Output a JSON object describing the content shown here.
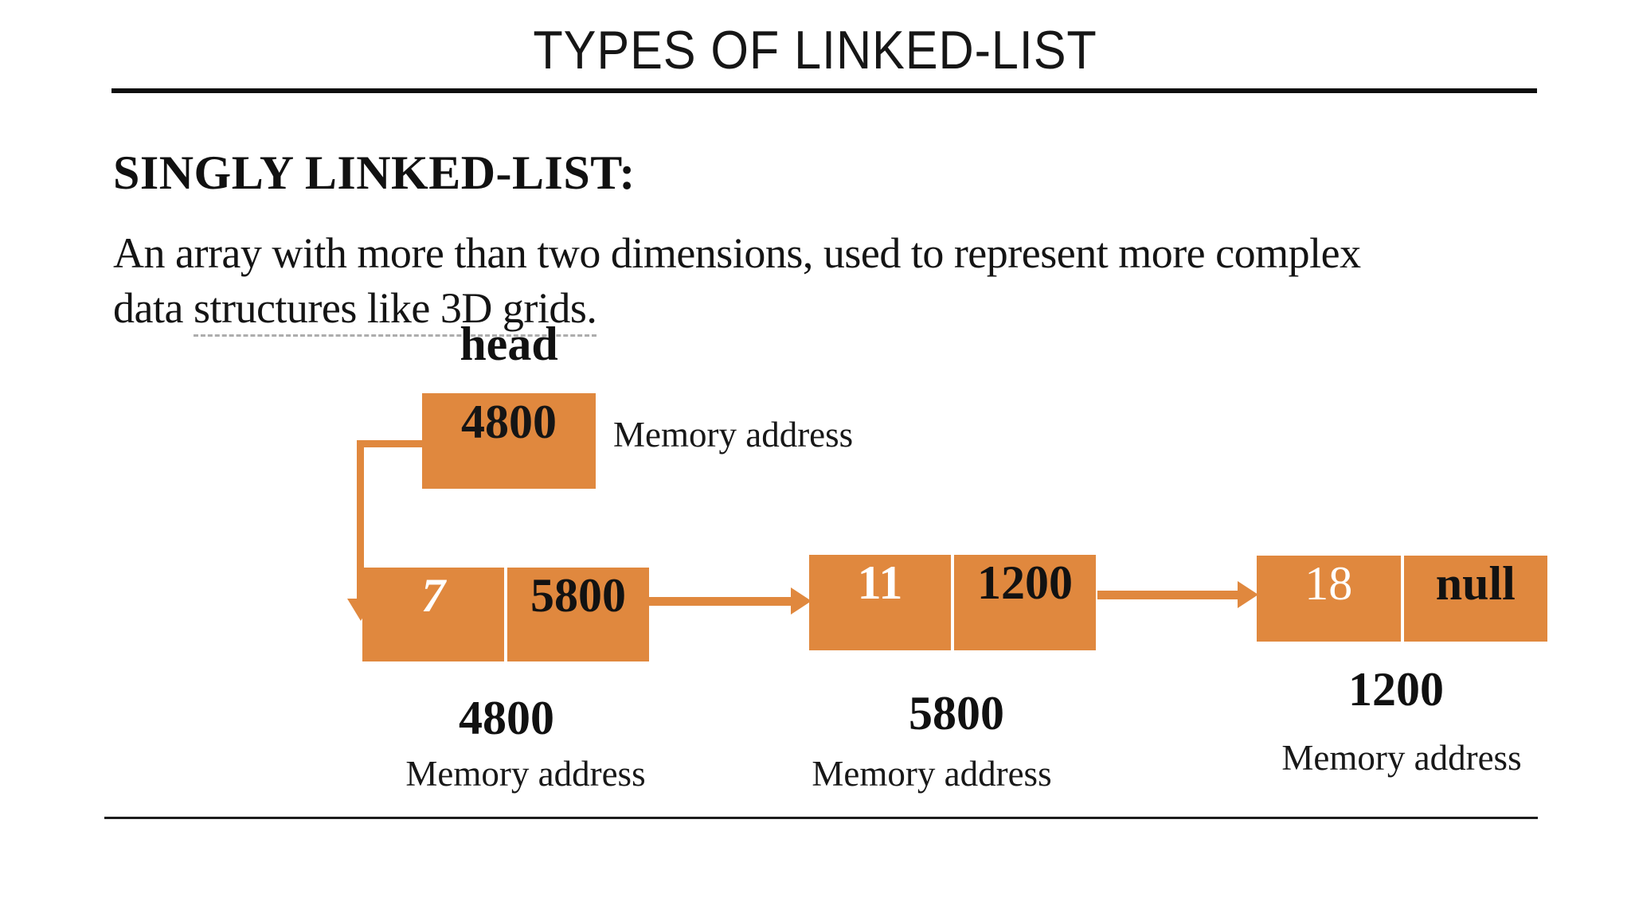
{
  "slide": {
    "title": "TYPES OF LINKED-LIST",
    "heading": "SINGLY LINKED-LIST:",
    "description": {
      "line1": "An array with more than two dimensions, used to represent more complex",
      "line2_start": "data ",
      "line2_dashed": "structures like 3D grids."
    }
  },
  "diagram": {
    "head_label": "head",
    "head_node": {
      "address": "4800",
      "caption": "Memory address"
    },
    "nodes": [
      {
        "value": "7",
        "pointer": "5800",
        "address": "4800",
        "caption": "Memory address"
      },
      {
        "value": "11",
        "pointer": "1200",
        "address": "5800",
        "caption": "Memory address"
      },
      {
        "value": "18",
        "pointer": "null",
        "address": "1200",
        "caption": "Memory address"
      }
    ],
    "colors": {
      "node_fill": "#e0883e",
      "arrow": "#e0883e",
      "value_text": "#ffffff",
      "pointer_text": "#121212"
    }
  }
}
